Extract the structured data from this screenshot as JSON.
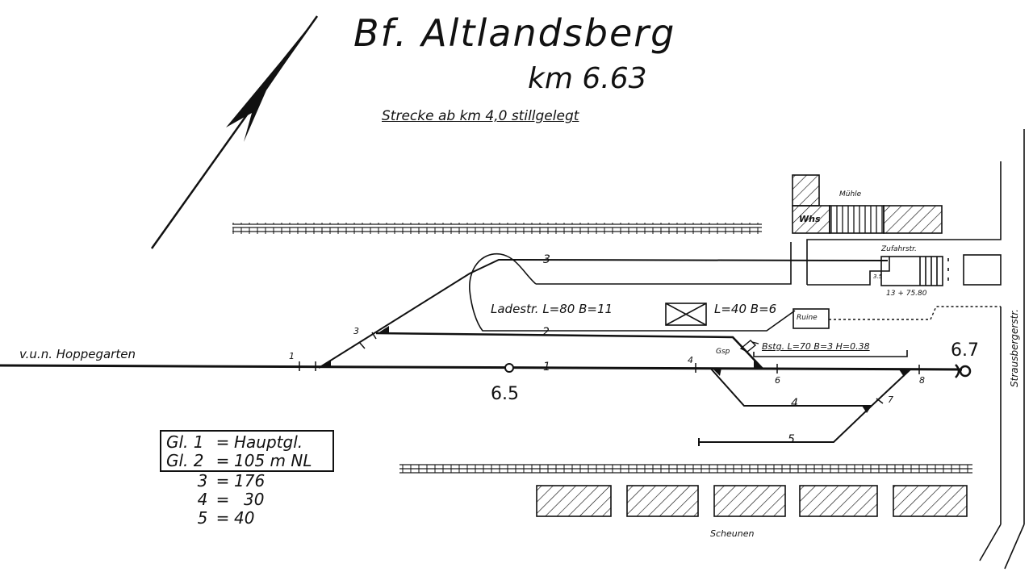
{
  "header": {
    "station_title": "Bf. Altlandsberg",
    "km": "km 6.63",
    "note": "Strecke ab km 4,0 stillgelegt"
  },
  "direction": {
    "from_label": "v.u.n. Hoppegarten"
  },
  "tracks": {
    "labels": [
      "1",
      "2",
      "3",
      "4",
      "5"
    ]
  },
  "switches": {
    "labels": [
      "1",
      "3",
      "4",
      "6",
      "7",
      "8"
    ]
  },
  "kilometer_posts": {
    "post_a": "6.5",
    "post_b": "6.7"
  },
  "facilities": {
    "ladestrasse": "Ladestr. L=80 B=11",
    "rampe": "L=40 B=6",
    "ruine": "Ruine",
    "bahnsteig": "Bstg. L=70 B=3 H=0.38",
    "gsp_sign": "Gsp",
    "muehle": "Mühle",
    "whs": "Whs",
    "zufahrt": "Zufahrstr.",
    "zufahrt_dim": "13 + 75.80",
    "zufahrt_small": "3.5",
    "scheunen": "Scheunen",
    "street": "Strausbergerstr."
  },
  "legend": {
    "rows": [
      {
        "track": "Gl. 1",
        "sep": "=",
        "value": "Hauptgl."
      },
      {
        "track": "Gl. 2",
        "sep": "=",
        "value": "105 m NL"
      },
      {
        "track": "3",
        "sep": "=",
        "value": "176"
      },
      {
        "track": "4",
        "sep": "=",
        "value": "30"
      },
      {
        "track": "5",
        "sep": "=",
        "value": "40"
      }
    ]
  },
  "colors": {
    "ink": "#111111",
    "paper": "#ffffff"
  }
}
